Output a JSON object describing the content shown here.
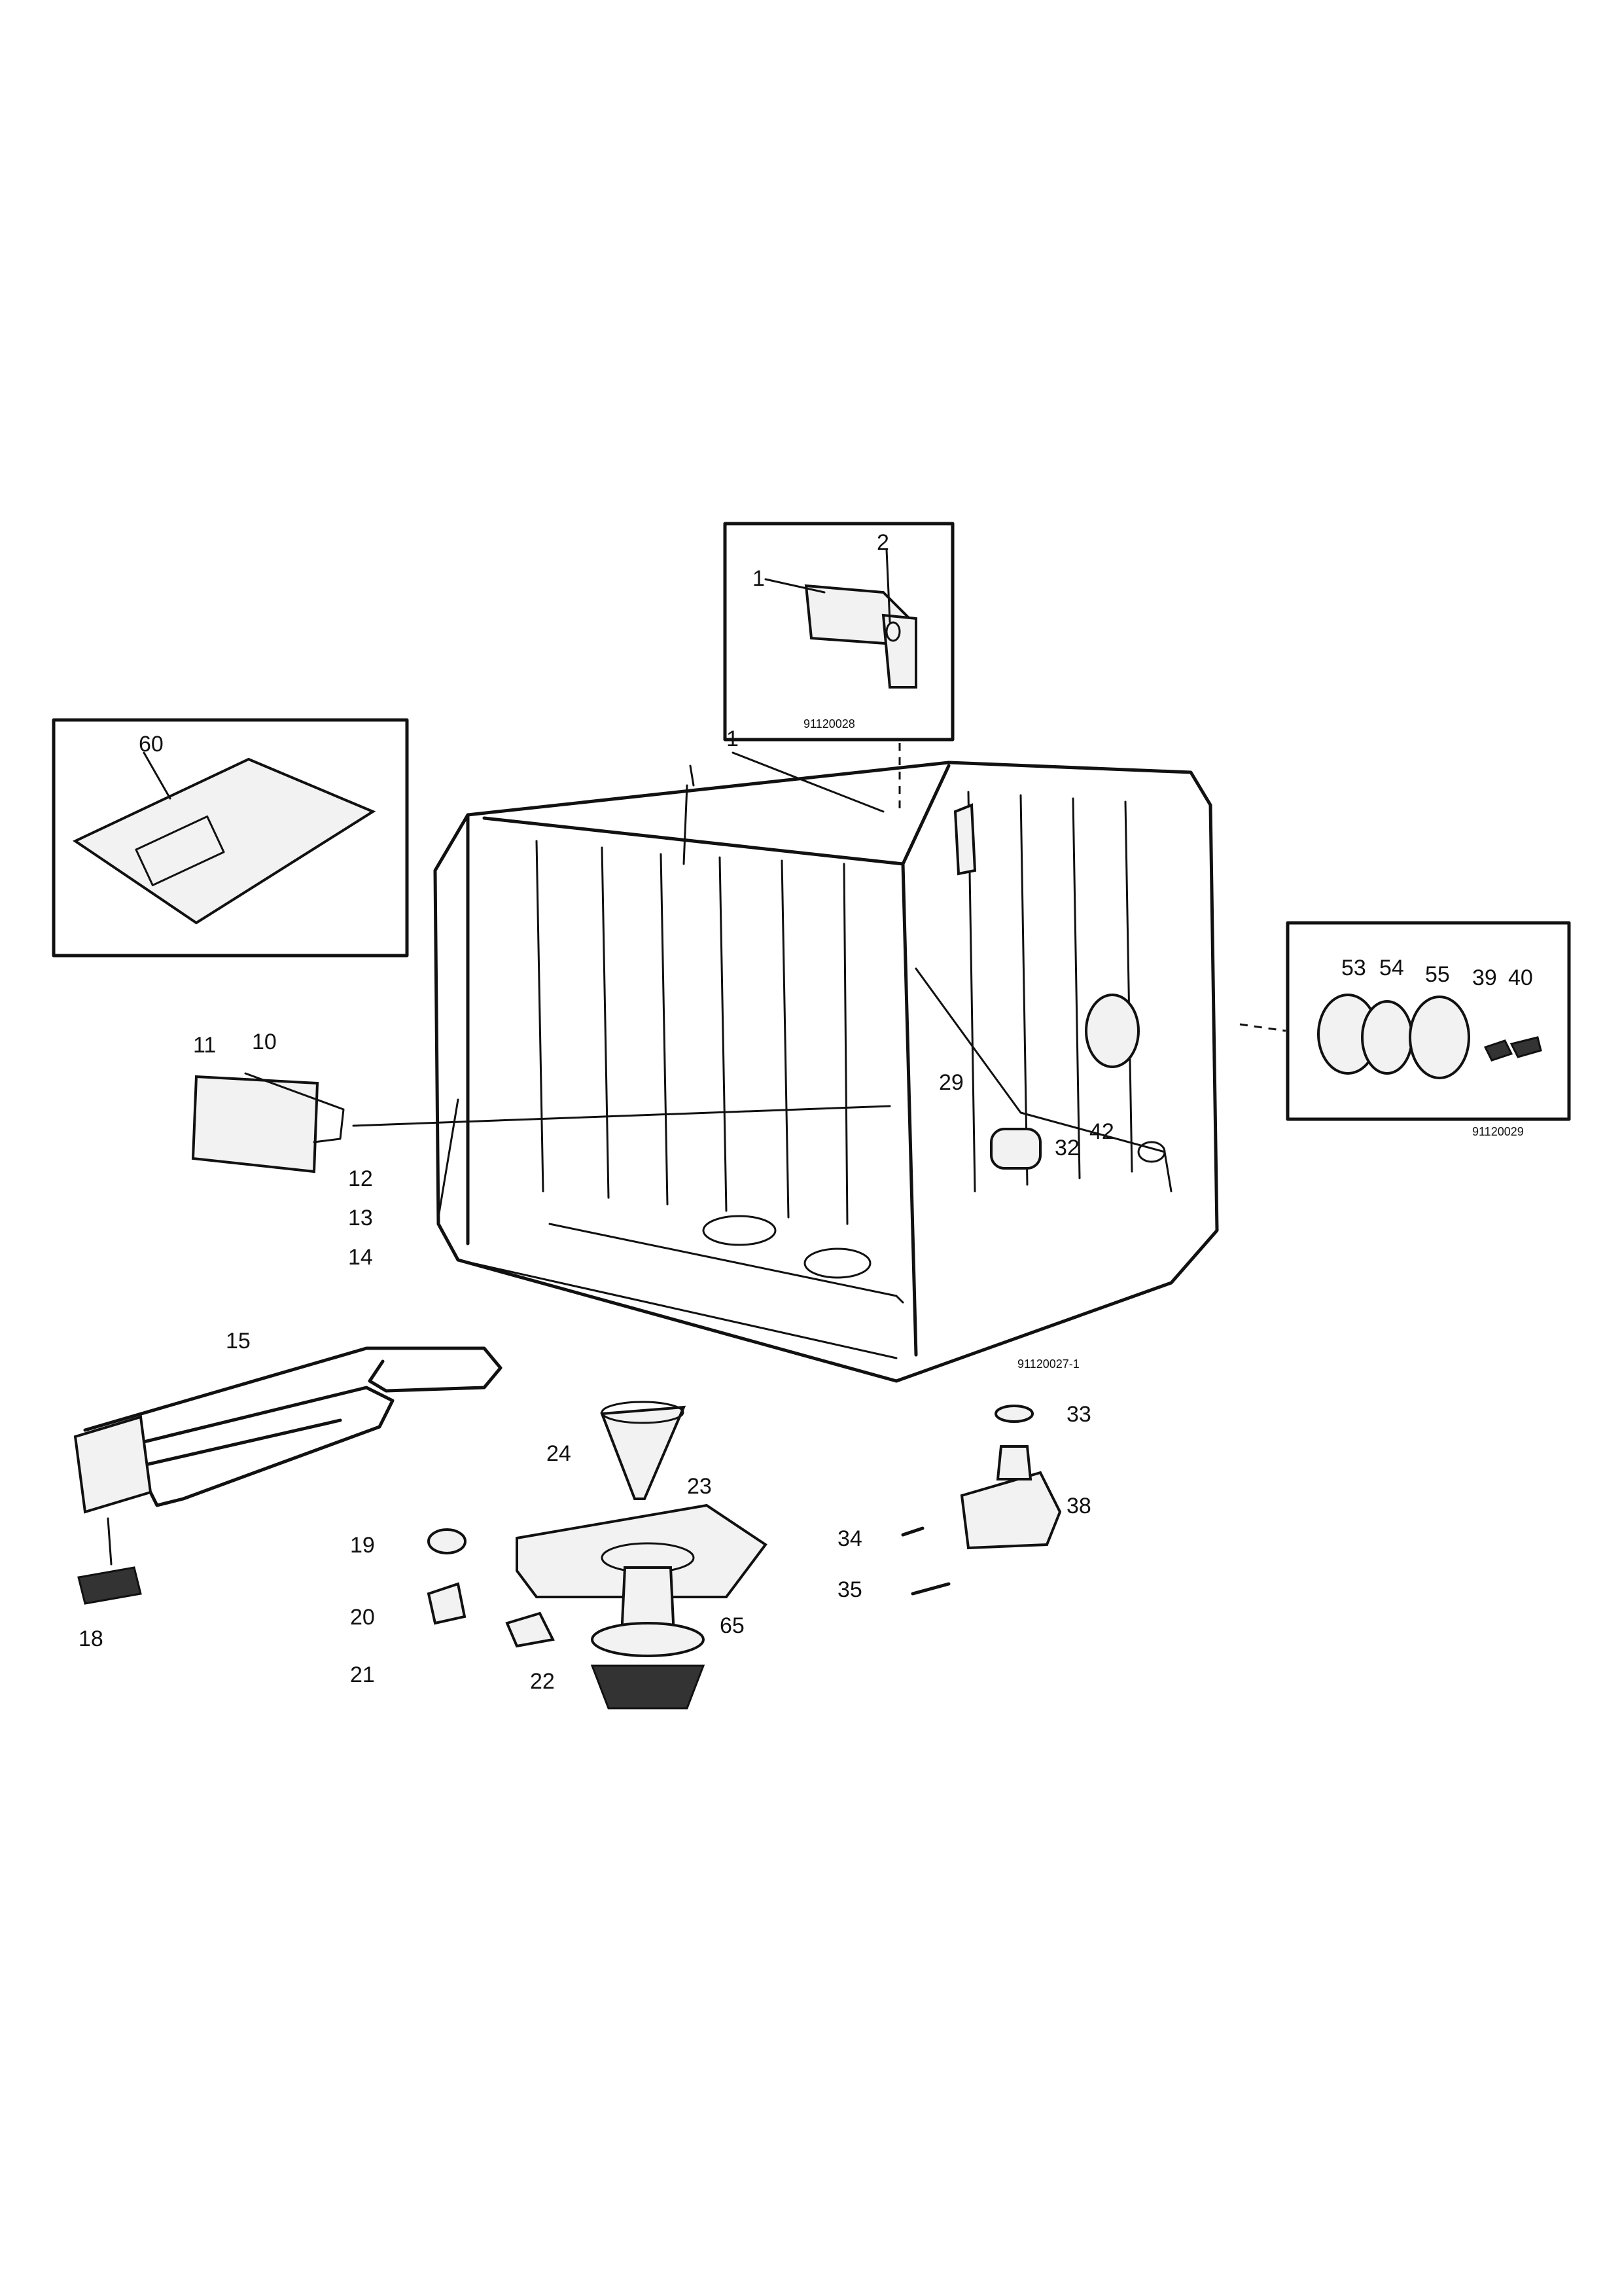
{
  "callouts": {
    "c1": "1",
    "c2": "2",
    "c1b": "1",
    "c60": "60",
    "c11": "11",
    "c10": "10",
    "c12": "12",
    "c13": "13",
    "c14": "14",
    "c15": "15",
    "c18": "18",
    "c19": "19",
    "c20": "20",
    "c21": "21",
    "c22": "22",
    "c23": "23",
    "c24": "24",
    "c65": "65",
    "c29": "29",
    "c32": "32",
    "c33": "33",
    "c34": "34",
    "c35": "35",
    "c38": "38",
    "c42": "42",
    "c53": "53",
    "c54": "54",
    "c55": "55",
    "c39": "39",
    "c40": "40"
  },
  "codes": {
    "hinge_box": "91120028",
    "seal_box": "91120029",
    "main": "91120027-1"
  }
}
